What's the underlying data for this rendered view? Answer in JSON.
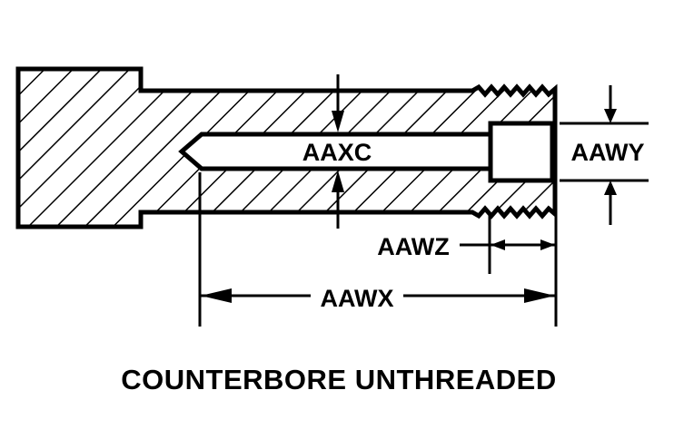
{
  "diagram": {
    "caption": "COUNTERBORE UNTHREADED",
    "labels": {
      "bore_diameter": "AAXC",
      "counterbore_diameter": "AAWY",
      "counterbore_depth": "AAWZ",
      "bore_length": "AAWX"
    }
  },
  "colors": {
    "ink": "#000000",
    "paper": "#ffffff"
  }
}
